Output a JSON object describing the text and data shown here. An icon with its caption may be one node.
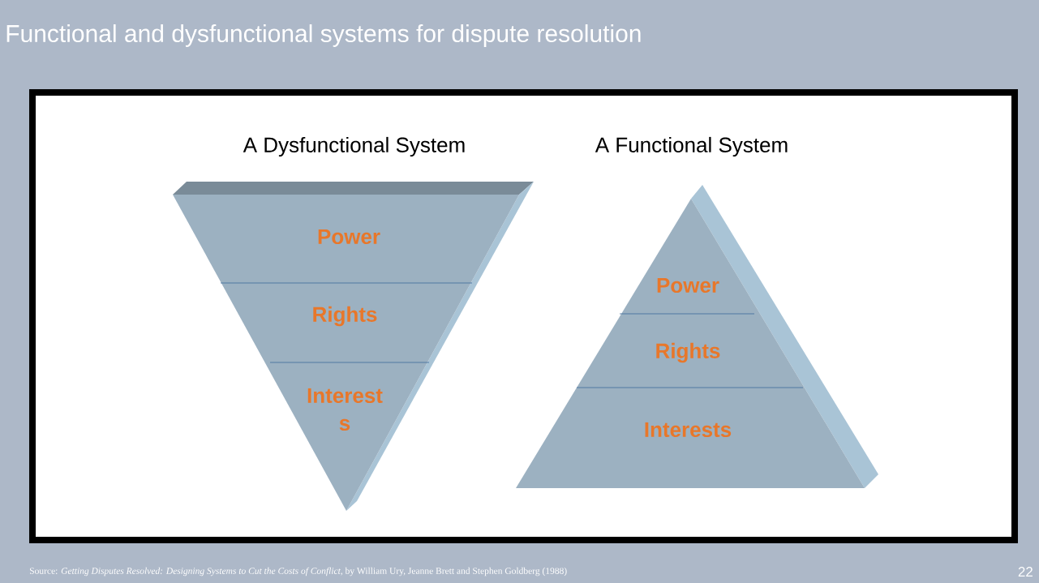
{
  "diagram": {
    "title": "Functional and dysfunctional systems for dispute resolution",
    "caption": "Source: *Getting Disputes Resolved: Designing Systems to Cut the Costs of Conflict,* by William Ury, Jeanne Brett and Stephen Goldberg (1988)",
    "nodes": [
      {
        "text": [
          "A Dysfunctional System"
        ]
      },
      {
        "text": [
          "Power"
        ],
        "in": 0
      },
      {
        "text": [
          "Rights"
        ],
        "in": 0
      },
      {
        "text": [
          "Interest s"
        ],
        "in": 0
      },
      {
        "text": [
          "A Functional System"
        ]
      },
      {
        "text": [
          "Power"
        ],
        "in": 4
      },
      {
        "text": [
          "Rights"
        ],
        "in": 4
      },
      {
        "text": [
          "Interests"
        ],
        "in": 4
      }
    ],
    "labels": [
      "22"
    ]
  }
}
